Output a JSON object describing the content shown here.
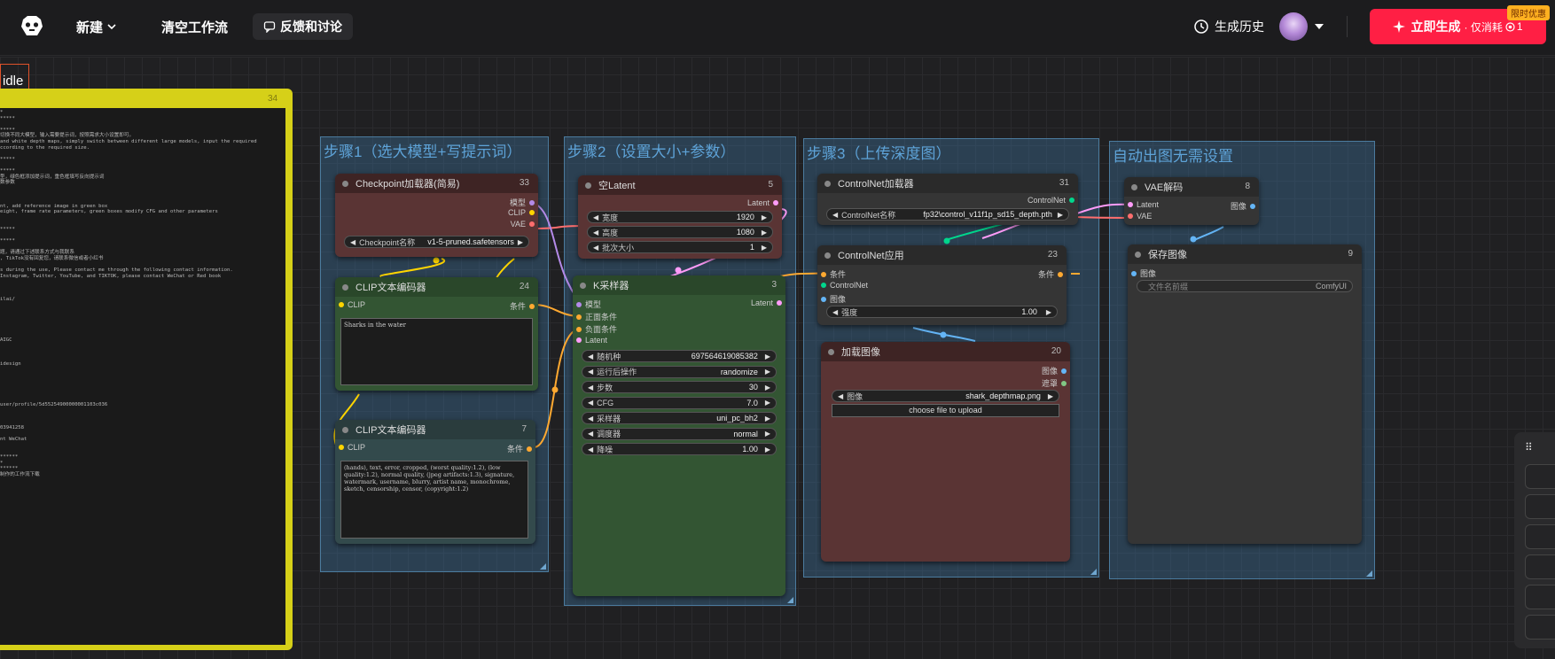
{
  "topbar": {
    "new_label": "新建",
    "clear_label": "清空工作流",
    "feedback_label": "反馈和讨论",
    "history_label": "生成历史",
    "generate_label": "立即生成",
    "cost_label": "· 仅消耗",
    "cost_value": "1",
    "badge": "限时优惠"
  },
  "overlay": {
    "idle_label": "idle"
  },
  "notes_node": {
    "id": "34",
    "lines": [
      "*",
      "*****",
      "",
      "*****",
      "切换不同大模型，输入需要提示词，按照需求大小设置即可。",
      "and white depth maps, simply switch between different large models, input the required",
      "ccording to the required size.",
      "",
      "*****",
      "",
      "*****",
      "型，绿色框添加提示词，重色框填写反向提示词",
      "数参数",
      "",
      "",
      "",
      "nt, add reference image in green box",
      "eight, frame rate parameters, green boxes modify CFG and other parameters",
      "",
      "",
      "*****",
      "",
      "*****",
      "",
      "题，请通过下述联系方式与我联系",
      ", TikTok没有回复您，请联系微信或者小红书",
      "",
      "s during the use, Please contact me through the following contact information.",
      "Instagram, Twitter, YouTube, and TIKTOK, please contact WeChat or Red book",
      "",
      "",
      "",
      "ilai/",
      "",
      "",
      "",
      "",
      "",
      "",
      "AIGC",
      "",
      "",
      "",
      "idesign",
      "",
      "",
      "",
      "",
      "",
      "",
      "user/profile/5d55254900000001103c036",
      "",
      "",
      "",
      "03941258",
      "",
      "nt WeChat",
      "",
      "",
      "******",
      "*",
      "******",
      "制作的工作流下载"
    ]
  },
  "groups": {
    "g1": "步骤1（选大模型+写提示词）",
    "g2": "步骤2（设置大小+参数）",
    "g3": "步骤3（上传深度图）",
    "g4": "自动出图无需设置"
  },
  "nodes": {
    "checkpoint": {
      "title": "Checkpoint加载器(简易)",
      "id": "33",
      "out_model": "模型",
      "out_clip": "CLIP",
      "out_vae": "VAE",
      "widget_label": "Checkpoint名称",
      "widget_value": "v1-5-pruned.safetensors"
    },
    "clip_pos": {
      "title": "CLIP文本编码器",
      "id": "24",
      "in_clip": "CLIP",
      "out": "条件",
      "text": "Sharks in the water"
    },
    "clip_neg": {
      "title": "CLIP文本编码器",
      "id": "7",
      "in_clip": "CLIP",
      "out": "条件",
      "text": "(hands), text, error, cropped, (worst quality:1.2), (low quality:1.2), normal quality, (jpeg artifacts:1.3), signature, watermark, username, blurry, artist name, monochrome, sketch, censorship, censor, (copyright:1.2)"
    },
    "empty_latent": {
      "title": "空Latent",
      "id": "5",
      "out": "Latent",
      "width_label": "宽度",
      "width_value": "1920",
      "height_label": "高度",
      "height_value": "1080",
      "batch_label": "批次大小",
      "batch_value": "1"
    },
    "ksampler": {
      "title": "K采样器",
      "id": "3",
      "in_model": "模型",
      "in_pos": "正面条件",
      "in_neg": "负面条件",
      "in_latent": "Latent",
      "out": "Latent",
      "widgets": [
        {
          "label": "随机种",
          "value": "697564619085382"
        },
        {
          "label": "运行后操作",
          "value": "randomize"
        },
        {
          "label": "步数",
          "value": "30"
        },
        {
          "label": "CFG",
          "value": "7.0"
        },
        {
          "label": "采样器",
          "value": "uni_pc_bh2"
        },
        {
          "label": "调度器",
          "value": "normal"
        },
        {
          "label": "降噪",
          "value": "1.00"
        }
      ]
    },
    "cn_loader": {
      "title": "ControlNet加载器",
      "id": "31",
      "out": "ControlNet",
      "widget_label": "ControlNet名称",
      "widget_value": "fp32\\control_v11f1p_sd15_depth.pth"
    },
    "cn_apply": {
      "title": "ControlNet应用",
      "id": "23",
      "in_cond": "条件",
      "in_cn": "ControlNet",
      "in_img": "图像",
      "out": "条件",
      "strength_label": "强度",
      "strength_value": "1.00"
    },
    "load_image": {
      "title": "加载图像",
      "id": "20",
      "out_img": "图像",
      "out_mask": "遮罩",
      "widget_label": "图像",
      "widget_value": "shark_depthmap.png",
      "upload_label": "choose file to upload"
    },
    "vae_decode": {
      "title": "VAE解码",
      "id": "8",
      "in_latent": "Latent",
      "in_vae": "VAE",
      "out": "图像"
    },
    "save_image": {
      "title": "保存图像",
      "id": "9",
      "in_img": "图像",
      "prefix_label": "文件名前缀",
      "prefix_value": "ComfyUI"
    }
  },
  "colors": {
    "accent": "#ff1f44",
    "group": "#4b7b9e",
    "notes": "#d6d018",
    "model_link": "#b48ae8",
    "clip_link": "#ffd500",
    "vae_link": "#ff6e6e",
    "cond_link": "#ffa931",
    "latent_link": "#ff9cf9",
    "image_link": "#64b5f6",
    "cn_link": "#00d78d"
  }
}
